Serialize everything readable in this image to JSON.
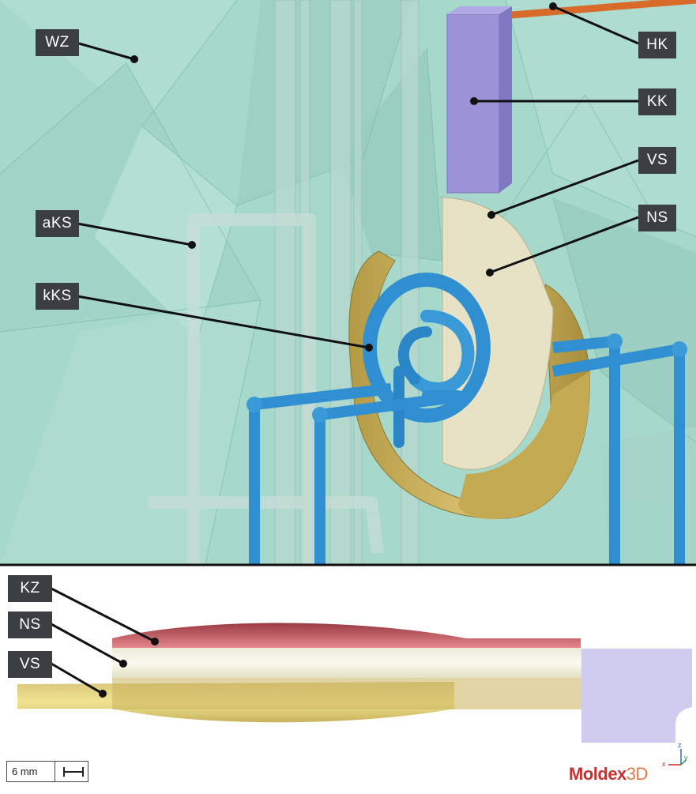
{
  "top_view": {
    "labels": {
      "wz": "WZ",
      "hk": "HK",
      "kk": "KK",
      "vs": "VS",
      "ns": "NS",
      "aks": "aKS",
      "kks": "kKS"
    }
  },
  "section_view": {
    "labels": {
      "kz": "KZ",
      "ns": "NS",
      "vs": "VS"
    }
  },
  "scale_bar": {
    "text": "6 mm"
  },
  "logo": {
    "part1": "Moldex",
    "part2": "3D"
  },
  "axes": {
    "z": "z",
    "x": "x",
    "y": "y"
  },
  "colors": {
    "background_mold": "#a7d8cc",
    "cooling_channel": "#2f8fd0",
    "heating_channel": "#d86a2a",
    "insert_block": "#9b92d8",
    "front_part": "#c9b25c",
    "post_part": "#e7e2c6",
    "cavity_red": "#c8505a",
    "label_bg": "#3b3f44"
  }
}
